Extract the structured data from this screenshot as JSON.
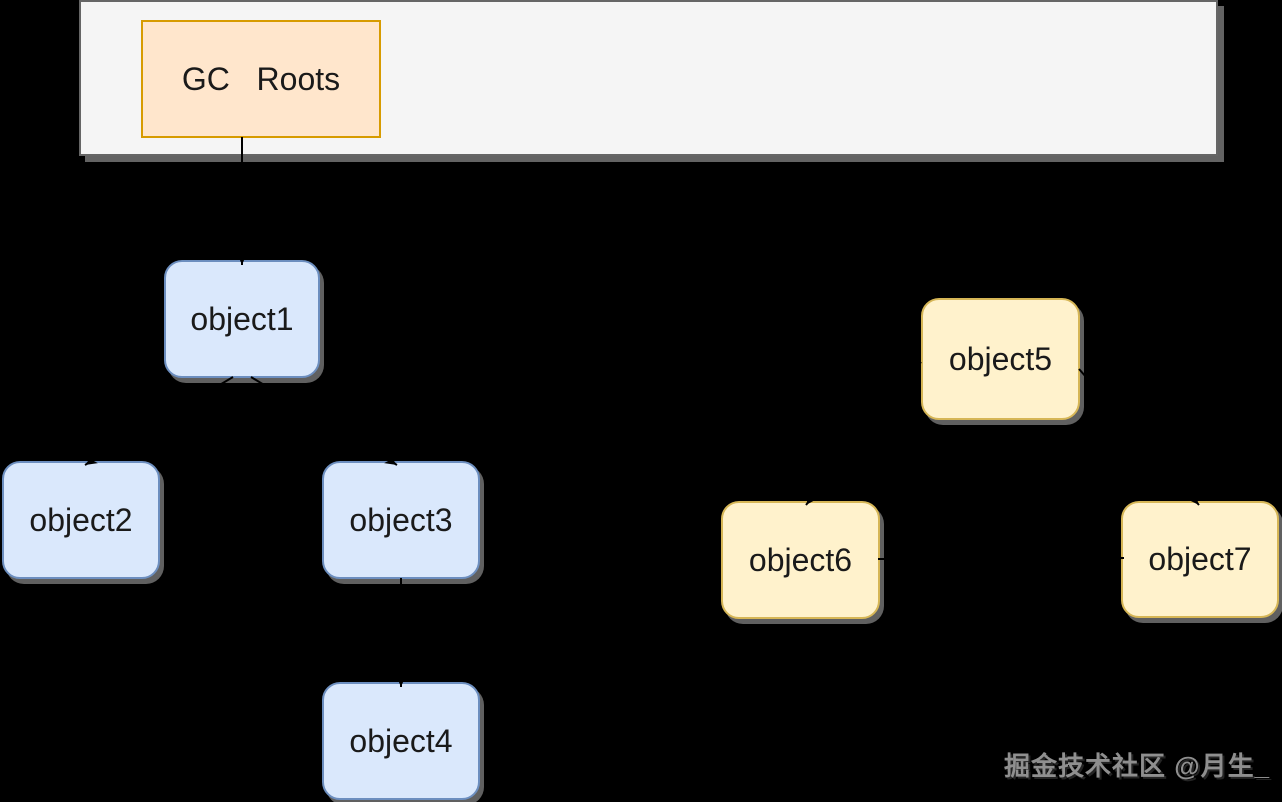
{
  "diagram": {
    "nodes": [
      {
        "id": "gc-roots",
        "label": "GC   Roots",
        "role": "root-set"
      },
      {
        "id": "object1",
        "label": "object1",
        "role": "reachable"
      },
      {
        "id": "object2",
        "label": "object2",
        "role": "reachable"
      },
      {
        "id": "object3",
        "label": "object3",
        "role": "reachable"
      },
      {
        "id": "object4",
        "label": "object4",
        "role": "reachable"
      },
      {
        "id": "object5",
        "label": "object5",
        "role": "unreachable"
      },
      {
        "id": "object6",
        "label": "object6",
        "role": "unreachable"
      },
      {
        "id": "object7",
        "label": "object7",
        "role": "unreachable"
      }
    ],
    "edges": [
      {
        "from": "gc-roots",
        "to": "object1"
      },
      {
        "from": "object1",
        "to": "object2"
      },
      {
        "from": "object1",
        "to": "object3"
      },
      {
        "from": "object3",
        "to": "object4"
      },
      {
        "from": "object5",
        "to": "object6"
      },
      {
        "from": "object5",
        "to": "object7"
      },
      {
        "from": "object6",
        "to": "object7"
      }
    ],
    "colors": {
      "background": "#000000",
      "container_fill": "#f5f5f5",
      "container_border": "#666666",
      "root_fill": "#ffe6cc",
      "root_border": "#d79b00",
      "reachable_fill": "#dae8fc",
      "reachable_border": "#6c8ebf",
      "unreachable_fill": "#fff2cc",
      "unreachable_border": "#d6b656",
      "edge": "#000000"
    }
  },
  "watermark": {
    "text": "掘金技术社区 @月生_"
  }
}
